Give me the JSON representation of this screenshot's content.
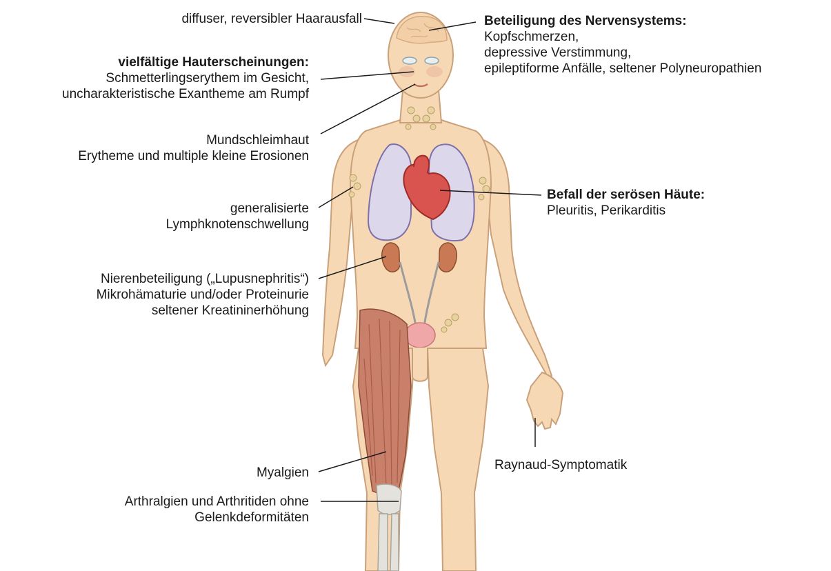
{
  "annotations": {
    "hair": {
      "lines": [
        "diffuser, reversibler Haarausfall"
      ]
    },
    "skin": {
      "title": "vielfältige Hauterscheinungen:",
      "lines": [
        "Schmetterlingserythem im Gesicht,",
        "uncharakteristische Exantheme am Rumpf"
      ]
    },
    "mouth": {
      "lines": [
        "Mundschleimhaut",
        "Erytheme und multiple kleine Erosionen"
      ]
    },
    "lymph": {
      "lines": [
        "generalisierte",
        "Lymphknotenschwellung"
      ]
    },
    "kidney": {
      "lines": [
        "Nierenbeteiligung („Lupusnephritis“)",
        "Mikrohämaturie und/oder Proteinurie",
        "seltener Kreatininerhöhung"
      ]
    },
    "myalgia": {
      "lines": [
        "Myalgien"
      ]
    },
    "joints": {
      "lines": [
        "Arthralgien und Arthritiden ohne",
        "Gelenkdeformitäten"
      ]
    },
    "nerves": {
      "title": "Beteiligung des Nervensystems:",
      "lines": [
        "Kopfschmerzen,",
        "depressive Verstimmung,",
        "epileptiforme Anfälle, seltener Polyneuropathien"
      ]
    },
    "serous": {
      "title": "Befall der serösen Häute:",
      "lines": [
        "Pleuritis, Perikarditis"
      ]
    },
    "raynaud": {
      "lines": [
        "Raynaud-Symptomatik"
      ]
    }
  },
  "colors": {
    "skin": "#f6d9b4",
    "skin_outline": "#c9a07a",
    "lung": "#dcd7ea",
    "lung_outline": "#7e6fa8",
    "heart": "#d9534f",
    "kidney": "#c97a55",
    "muscle": "#c9806a",
    "bladder": "#f0a7a7",
    "bone": "#e4e2dc",
    "leader": "#1a1a1a"
  }
}
